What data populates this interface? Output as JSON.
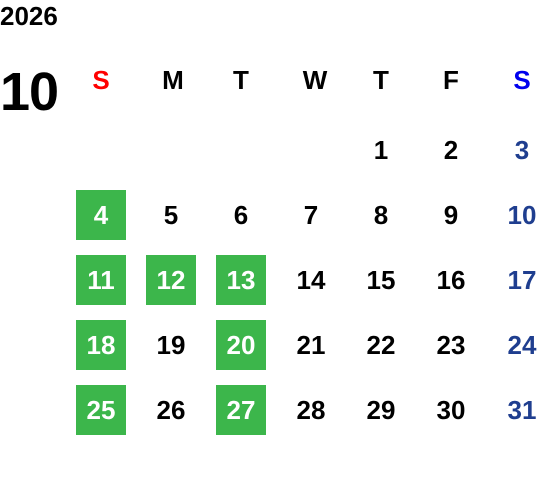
{
  "year": "2026",
  "month": "10",
  "weekdays": [
    "S",
    "M",
    "T",
    "W",
    "T",
    "F",
    "S"
  ],
  "colors": {
    "sunday_header": "#ff0000",
    "saturday_header": "#0000ee",
    "weekday_header": "#000000",
    "saturday_date": "#1f3e8f",
    "highlight_bg": "#3cb64b",
    "highlight_text": "#ffffff"
  },
  "weeks": [
    [
      {
        "day": "",
        "hl": false
      },
      {
        "day": "",
        "hl": false
      },
      {
        "day": "",
        "hl": false
      },
      {
        "day": "",
        "hl": false
      },
      {
        "day": "1",
        "hl": false
      },
      {
        "day": "2",
        "hl": false
      },
      {
        "day": "3",
        "hl": false
      }
    ],
    [
      {
        "day": "4",
        "hl": true
      },
      {
        "day": "5",
        "hl": false
      },
      {
        "day": "6",
        "hl": false
      },
      {
        "day": "7",
        "hl": false
      },
      {
        "day": "8",
        "hl": false
      },
      {
        "day": "9",
        "hl": false
      },
      {
        "day": "10",
        "hl": false
      }
    ],
    [
      {
        "day": "11",
        "hl": true
      },
      {
        "day": "12",
        "hl": true
      },
      {
        "day": "13",
        "hl": true
      },
      {
        "day": "14",
        "hl": false
      },
      {
        "day": "15",
        "hl": false
      },
      {
        "day": "16",
        "hl": false
      },
      {
        "day": "17",
        "hl": false
      }
    ],
    [
      {
        "day": "18",
        "hl": true
      },
      {
        "day": "19",
        "hl": false
      },
      {
        "day": "20",
        "hl": true
      },
      {
        "day": "21",
        "hl": false
      },
      {
        "day": "22",
        "hl": false
      },
      {
        "day": "23",
        "hl": false
      },
      {
        "day": "24",
        "hl": false
      }
    ],
    [
      {
        "day": "25",
        "hl": true
      },
      {
        "day": "26",
        "hl": false
      },
      {
        "day": "27",
        "hl": true
      },
      {
        "day": "28",
        "hl": false
      },
      {
        "day": "29",
        "hl": false
      },
      {
        "day": "30",
        "hl": false
      },
      {
        "day": "31",
        "hl": false
      }
    ]
  ]
}
